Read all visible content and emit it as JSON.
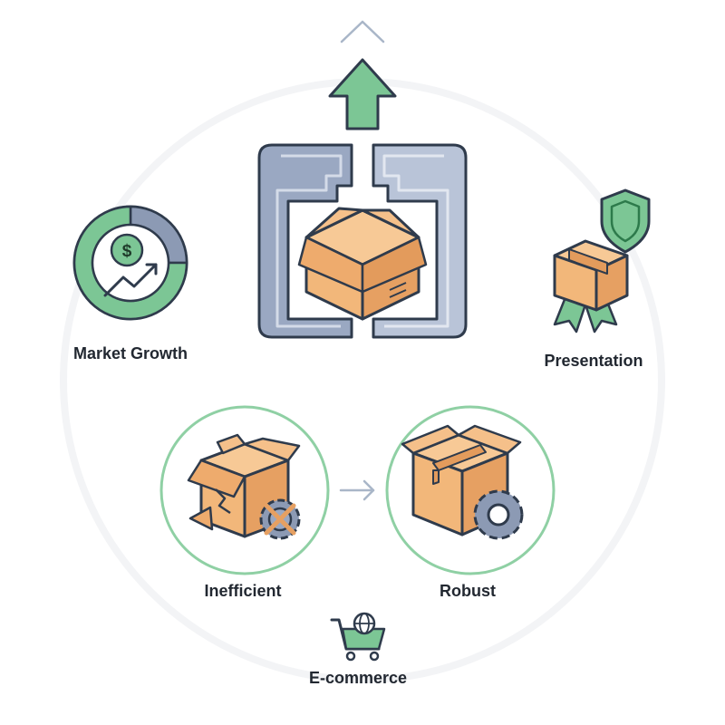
{
  "labels": {
    "market_growth": "Market Growth",
    "presentation": "Presentation",
    "inefficient": "Inefficient",
    "robust": "Robust",
    "ecommerce": "E-commerce"
  },
  "icons": {
    "top_chevron": "chevron-up-icon",
    "growth_arrow": "up-arrow-icon",
    "central": "clamp-box-icon",
    "market_growth": "dollar-donut-chart-icon",
    "presentation": "award-box-shield-icon",
    "inefficient": "damaged-box-icon",
    "robust": "sturdy-box-gear-icon",
    "transition": "arrow-right-icon",
    "ecommerce": "shopping-cart-globe-icon"
  },
  "colors": {
    "green": "#7cc695",
    "green_dark": "#2d7a4b",
    "box_fill": "#f2b77a",
    "box_dark": "#d9914f",
    "outline": "#2f3b4c",
    "steel": "#8c9ab4",
    "steel_light": "#b9c4d8",
    "circle_stroke": "#8fd0a4"
  }
}
